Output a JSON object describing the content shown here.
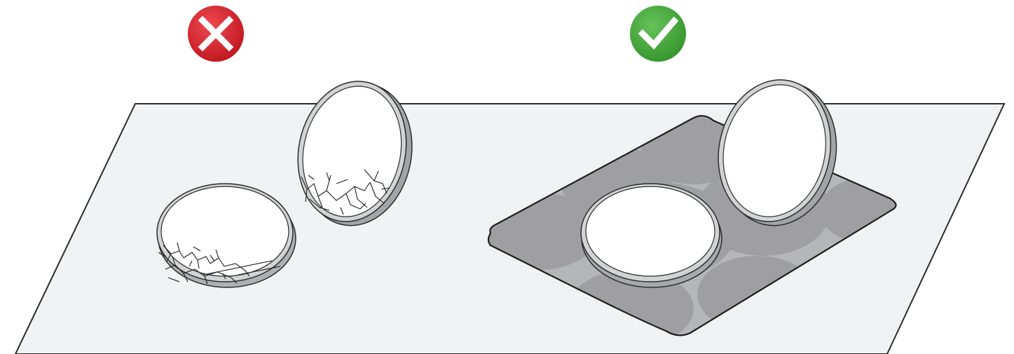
{
  "panels": [
    {
      "id": "incorrect",
      "status_icon": "cross-icon",
      "status_color": "#d8232f",
      "lenses": [
        "lens-lying-cracked",
        "lens-upright-cracked"
      ],
      "surface": "bare-table"
    },
    {
      "id": "correct",
      "status_icon": "checkmark-icon",
      "status_color": "#45a93c",
      "lenses": [
        "lens-lying-intact",
        "lens-upright-intact"
      ],
      "surface": "soft-cloth"
    }
  ],
  "colors": {
    "table_fill": "#f1f2f4",
    "cloth_fill": "#b3b4b6",
    "cloth_pattern": "#8c8d90",
    "lens_glass": "#ffffff",
    "lens_rim": "#bdbec0",
    "outline": "#2b2b2b"
  }
}
